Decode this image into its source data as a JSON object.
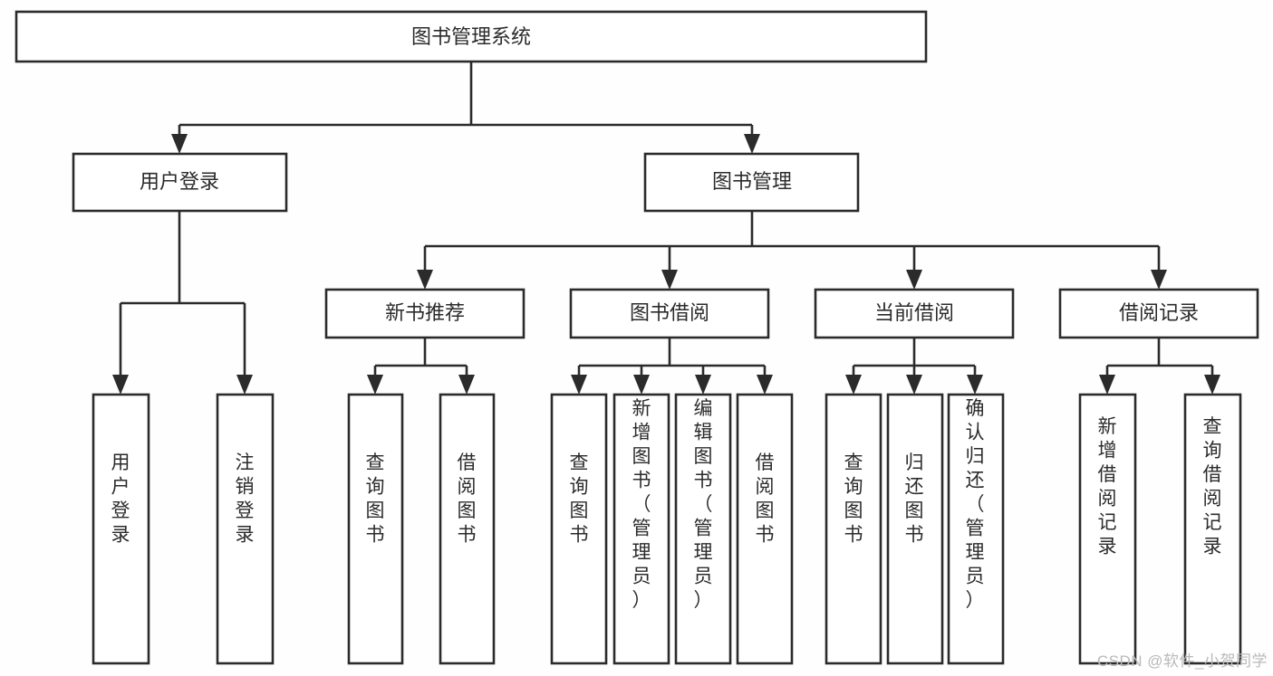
{
  "diagram": {
    "title": "图书管理系统",
    "type": "hierarchy-tree",
    "watermark": "CSDN @软件_小贺同学",
    "colors": {
      "stroke": "#2b2b2b",
      "box_fill": "#ffffff",
      "background": "#fefefe",
      "text": "#2b2b2b",
      "watermark": "#b9b9b9"
    },
    "levels": {
      "root": "图书管理系统",
      "level2": [
        "用户登录",
        "图书管理"
      ],
      "level3": [
        "新书推荐",
        "图书借阅",
        "当前借阅",
        "借阅记录"
      ]
    },
    "nodes": {
      "root": {
        "label": "图书管理系统",
        "orientation": "horizontal"
      },
      "l2_user_login": {
        "label": "用户登录",
        "orientation": "horizontal"
      },
      "l2_book_mgmt": {
        "label": "图书管理",
        "orientation": "horizontal"
      },
      "l3_new_book_rec": {
        "label": "新书推荐",
        "orientation": "horizontal"
      },
      "l3_book_borrow": {
        "label": "图书借阅",
        "orientation": "horizontal"
      },
      "l3_current_borrow": {
        "label": "当前借阅",
        "orientation": "horizontal"
      },
      "l3_borrow_record": {
        "label": "借阅记录",
        "orientation": "horizontal"
      },
      "leaf_user_login": {
        "label": "用户登录",
        "orientation": "vertical"
      },
      "leaf_user_logout": {
        "label": "注销登录",
        "orientation": "vertical"
      },
      "leaf_rec_query_book": {
        "label": "查询图书",
        "orientation": "vertical"
      },
      "leaf_rec_borrow_book": {
        "label": "借阅图书",
        "orientation": "vertical"
      },
      "leaf_borrow_query_book": {
        "label": "查询图书",
        "orientation": "vertical"
      },
      "leaf_borrow_add_book": {
        "label": "新增图书（管理员）",
        "orientation": "vertical"
      },
      "leaf_borrow_edit_book": {
        "label": "编辑图书（管理员）",
        "orientation": "vertical"
      },
      "leaf_borrow_lend_book": {
        "label": "借阅图书",
        "orientation": "vertical"
      },
      "leaf_cur_query_book": {
        "label": "查询图书",
        "orientation": "vertical"
      },
      "leaf_cur_return_book": {
        "label": "归还图书",
        "orientation": "vertical"
      },
      "leaf_cur_confirm_return": {
        "label": "确认归还（管理员）",
        "orientation": "vertical"
      },
      "leaf_rec_add_record": {
        "label": "新增借阅记录",
        "orientation": "vertical"
      },
      "leaf_rec_query_record": {
        "label": "查询借阅记录",
        "orientation": "vertical"
      }
    },
    "edges": [
      {
        "from": "图书管理系统",
        "to": "用户登录"
      },
      {
        "from": "图书管理系统",
        "to": "图书管理"
      },
      {
        "from": "用户登录",
        "to": "用户登录"
      },
      {
        "from": "用户登录",
        "to": "注销登录"
      },
      {
        "from": "图书管理",
        "to": "新书推荐"
      },
      {
        "from": "图书管理",
        "to": "图书借阅"
      },
      {
        "from": "图书管理",
        "to": "当前借阅"
      },
      {
        "from": "图书管理",
        "to": "借阅记录"
      },
      {
        "from": "新书推荐",
        "to": "查询图书"
      },
      {
        "from": "新书推荐",
        "to": "借阅图书"
      },
      {
        "from": "图书借阅",
        "to": "查询图书"
      },
      {
        "from": "图书借阅",
        "to": "新增图书（管理员）"
      },
      {
        "from": "图书借阅",
        "to": "编辑图书（管理员）"
      },
      {
        "from": "图书借阅",
        "to": "借阅图书"
      },
      {
        "from": "当前借阅",
        "to": "查询图书"
      },
      {
        "from": "当前借阅",
        "to": "归还图书"
      },
      {
        "from": "当前借阅",
        "to": "确认归还（管理员）"
      },
      {
        "from": "借阅记录",
        "to": "新增借阅记录"
      },
      {
        "from": "借阅记录",
        "to": "查询借阅记录"
      }
    ]
  }
}
